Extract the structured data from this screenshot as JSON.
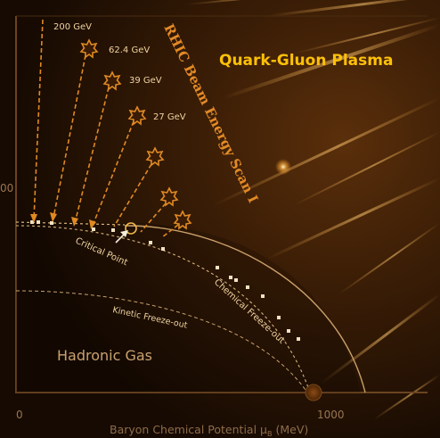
{
  "title": "Quark-Gluon Plasma",
  "scan_title": "RHIC Beam Energy Scan I",
  "region_labels": {
    "critical_point": "Critical Point",
    "chemical_freezeout": "Chemical Freeze-out",
    "kinetic_freezeout": "Kinetic Freeze-out",
    "hadronic_gas": "Hadronic Gas"
  },
  "energies": [
    "200 GeV",
    "62.4 GeV",
    "39 GeV",
    "27 GeV"
  ],
  "axis": {
    "x_title_prefix": "Baryon Chemical Potential μ",
    "x_title_sub": "B",
    "x_title_suffix": "(MeV)",
    "x_ticks": [
      "0",
      "1000"
    ],
    "y_tick": "00"
  },
  "colors": {
    "background": "#1e0f03",
    "accent": "#ffb300",
    "text": "#f0d3a0",
    "title": "#ffc107"
  }
}
